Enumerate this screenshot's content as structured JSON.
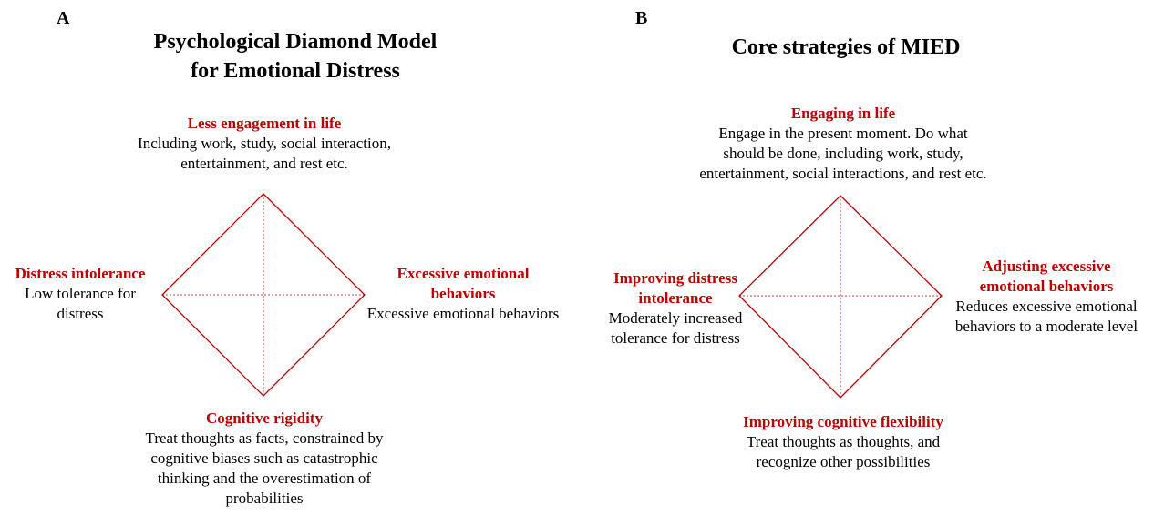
{
  "panel_a": {
    "letter": "A",
    "title_line1": "Psychological Diamond Model",
    "title_line2": "for Emotional Distress",
    "top": {
      "heading": "Less engagement in life",
      "body": [
        "Including work, study, social interaction,",
        "entertainment, and rest etc."
      ]
    },
    "left": {
      "heading": "Distress intolerance",
      "body": [
        "Low tolerance for",
        "distress"
      ]
    },
    "right": {
      "heading": [
        "Excessive emotional",
        "behaviors"
      ],
      "body": [
        "Excessive emotional behaviors"
      ]
    },
    "bottom": {
      "heading": "Cognitive rigidity",
      "body": [
        "Treat thoughts as facts, constrained by",
        "cognitive biases such as catastrophic",
        "thinking and the overestimation of",
        "probabilities"
      ]
    }
  },
  "panel_b": {
    "letter": "B",
    "title": "Core strategies of MIED",
    "top": {
      "heading": "Engaging in life",
      "body": [
        "Engage in the present moment. Do what",
        "should be done, including work, study,",
        "entertainment, social interactions, and rest etc."
      ]
    },
    "left": {
      "heading": [
        "Improving distress",
        "intolerance"
      ],
      "body": [
        "Moderately increased",
        "tolerance for distress"
      ]
    },
    "right": {
      "heading": [
        "Adjusting excessive",
        "emotional behaviors"
      ],
      "body": [
        "Reduces excessive emotional",
        "behaviors to a moderate level"
      ]
    },
    "bottom": {
      "heading": "Improving cognitive flexibility",
      "body": [
        "Treat thoughts as thoughts, and",
        "recognize other possibilities"
      ]
    }
  },
  "colors": {
    "accent": "#c00000",
    "text": "#000000",
    "background": "#ffffff"
  }
}
